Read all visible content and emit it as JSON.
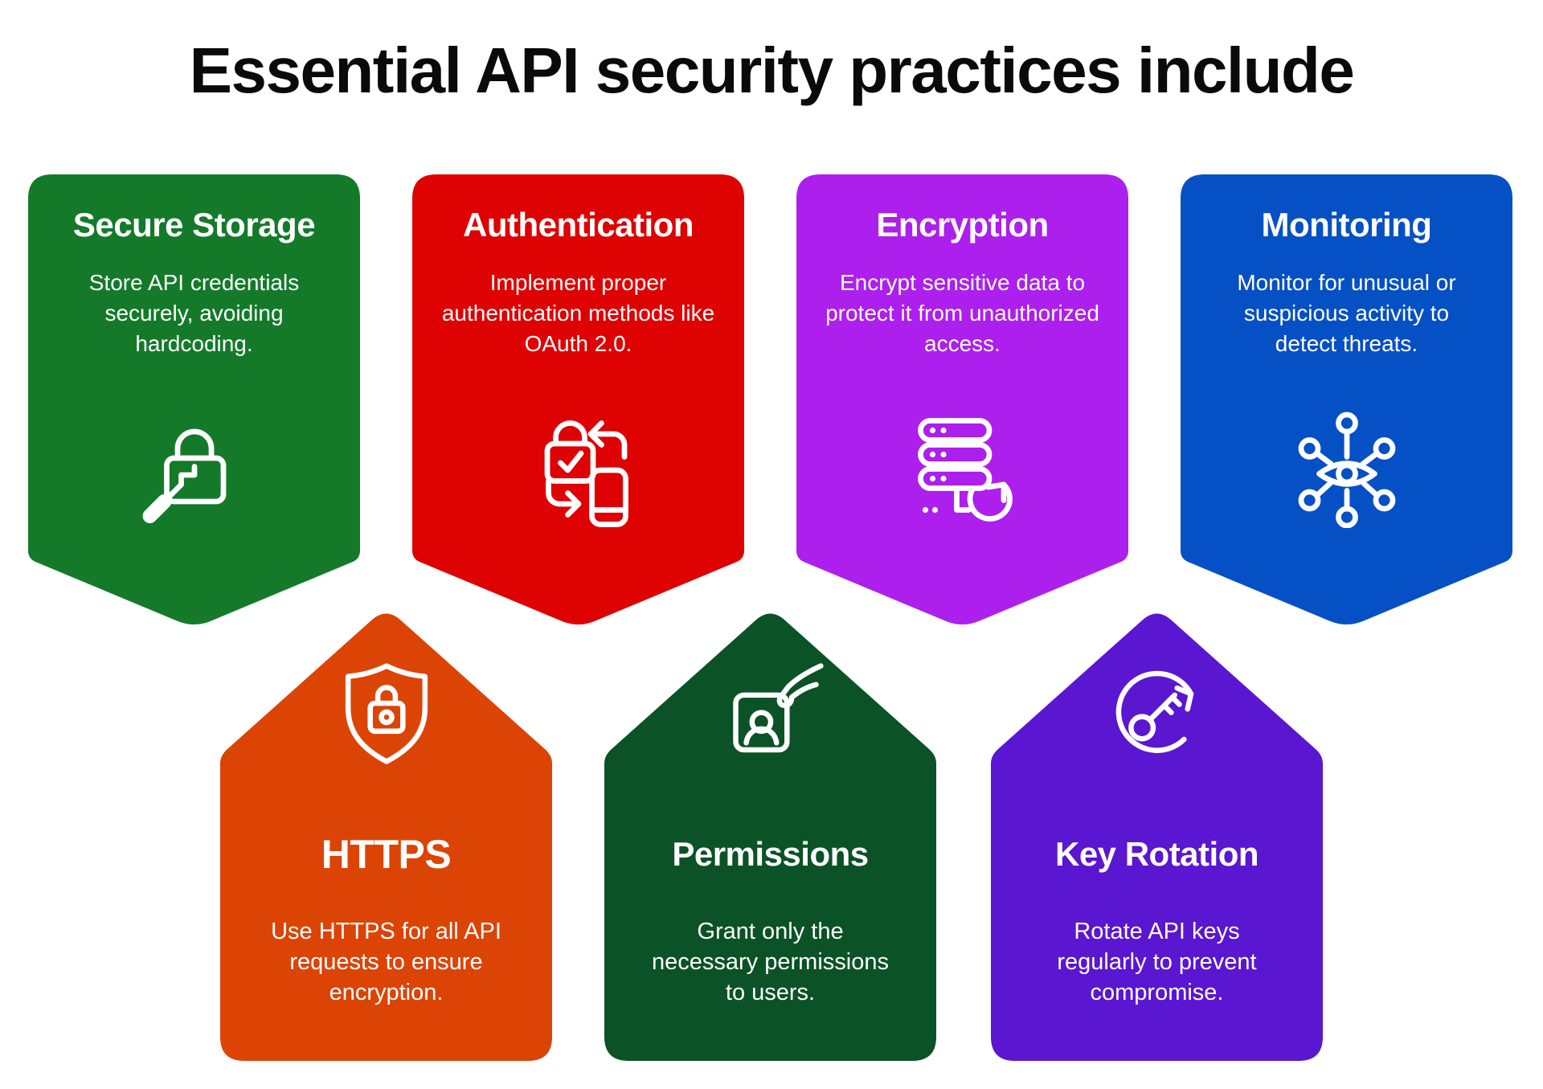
{
  "title": "Essential API security practices include",
  "background_color": "#FFFFFF",
  "cards": [
    {
      "id": "secure-storage",
      "label": "Secure Storage",
      "description": "Store API credentials\nsecurely, avoiding\nhardcoding.",
      "color": "#147A2A",
      "icon": "lock-key-search-icon",
      "row": "top"
    },
    {
      "id": "authentication",
      "label": "Authentication",
      "description": "Implement proper\nauthentication methods like\nOAuth 2.0.",
      "color": "#DE0202",
      "icon": "lock-sync-phone-icon",
      "row": "top"
    },
    {
      "id": "encryption",
      "label": "Encryption",
      "description": "Encrypt sensitive data to\nprotect it from unauthorized\naccess.",
      "color": "#AC1FEC",
      "icon": "server-refresh-icon",
      "row": "top"
    },
    {
      "id": "monitoring",
      "label": "Monitoring",
      "description": "Monitor for unusual or\nsuspicious activity to\ndetect threats.",
      "color": "#0550C4",
      "icon": "eye-network-icon",
      "row": "top"
    },
    {
      "id": "https",
      "label": "HTTPS",
      "description": "Use HTTPS for all API\nrequests to ensure\nencryption.",
      "color": "#DC4405",
      "icon": "shield-lock-icon",
      "row": "bottom"
    },
    {
      "id": "permissions",
      "label": "Permissions",
      "description": "Grant only the\nnecessary permissions\nto users.",
      "color": "#0B5226",
      "icon": "id-card-hand-icon",
      "row": "bottom"
    },
    {
      "id": "key-rotation",
      "label": "Key Rotation",
      "description": "Rotate API keys\nregularly to prevent\ncompromise.",
      "color": "#5A16D0",
      "icon": "key-rotation-icon",
      "row": "bottom"
    }
  ]
}
